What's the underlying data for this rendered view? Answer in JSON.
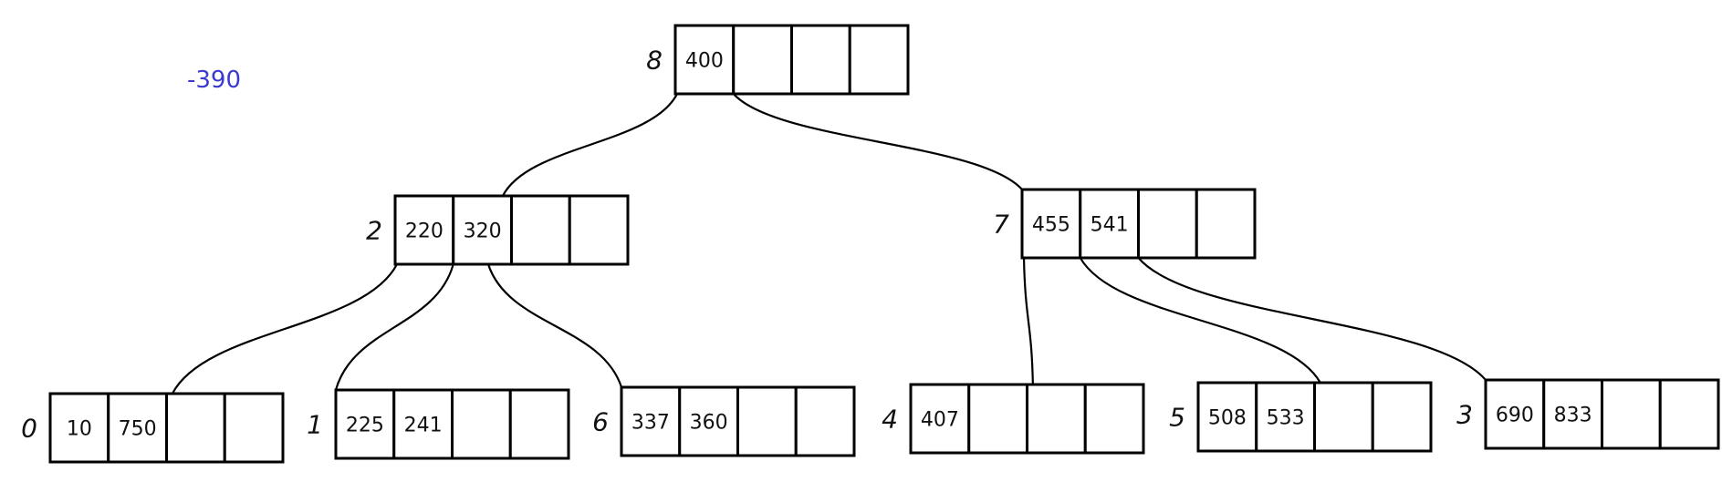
{
  "annotation": {
    "text": "-390",
    "color": "#3a3ad0"
  },
  "highlight_color": "#3a3ad0",
  "nodes": [
    {
      "id": "root",
      "label": "8",
      "keys": [
        "400",
        "",
        "",
        ""
      ],
      "highlight_key": 0
    },
    {
      "id": "left",
      "label": "2",
      "keys": [
        "220",
        "320",
        "",
        ""
      ]
    },
    {
      "id": "right",
      "label": "7",
      "keys": [
        "455",
        "541",
        "",
        ""
      ]
    },
    {
      "id": "leaf0",
      "label": "0",
      "keys": [
        "10",
        "750",
        "",
        ""
      ]
    },
    {
      "id": "leaf1",
      "label": "1",
      "keys": [
        "225",
        "241",
        "",
        ""
      ]
    },
    {
      "id": "leaf2",
      "label": "6",
      "keys": [
        "337",
        "360",
        "",
        ""
      ]
    },
    {
      "id": "leaf3",
      "label": "4",
      "keys": [
        "407",
        "",
        "",
        ""
      ]
    },
    {
      "id": "leaf4",
      "label": "5",
      "keys": [
        "508",
        "533",
        "",
        ""
      ]
    },
    {
      "id": "leaf5",
      "label": "3",
      "keys": [
        "690",
        "833",
        "",
        ""
      ]
    }
  ],
  "edges": [
    {
      "from": "root",
      "to": "left"
    },
    {
      "from": "root",
      "to": "right"
    },
    {
      "from": "left",
      "to": "leaf0"
    },
    {
      "from": "left",
      "to": "leaf1"
    },
    {
      "from": "left",
      "to": "leaf2"
    },
    {
      "from": "right",
      "to": "leaf3"
    },
    {
      "from": "right",
      "to": "leaf4"
    },
    {
      "from": "right",
      "to": "leaf5"
    }
  ]
}
